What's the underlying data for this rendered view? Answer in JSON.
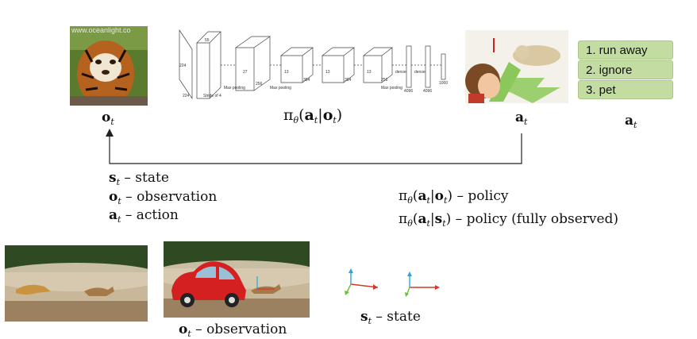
{
  "top": {
    "obs_label": {
      "sym": "o",
      "sub": "t"
    },
    "policy_label": "π",
    "policy_sub": "θ",
    "policy_args": {
      "a": "a",
      "a_sub": "t",
      "o": "o",
      "o_sub": "t"
    },
    "action_label": {
      "sym": "a",
      "sub": "t"
    },
    "list_label": {
      "sym": "a",
      "sub": "t"
    },
    "action_options": [
      "1. run away",
      "2. ignore",
      "3. pet"
    ],
    "cnn_text": [
      "224",
      "224",
      "55",
      "Stride of 4",
      "Max pooling",
      "27",
      "256",
      "Max pooling",
      "13",
      "384",
      "13",
      "384",
      "13",
      "256",
      "Max pooling",
      "dense",
      "dense",
      "4096",
      "4096",
      "1000"
    ]
  },
  "definitions": [
    {
      "sym": "s",
      "sub": "t",
      "text": "– state"
    },
    {
      "sym": "o",
      "sub": "t",
      "text": "– observation"
    },
    {
      "sym": "a",
      "sub": "t",
      "text": "– action"
    }
  ],
  "policies": [
    {
      "pi": "π",
      "theta": "θ",
      "a": "a",
      "a_sub": "t",
      "cond": "o",
      "cond_sub": "t",
      "text": "– policy"
    },
    {
      "pi": "π",
      "theta": "θ",
      "a": "a",
      "a_sub": "t",
      "cond": "s",
      "cond_sub": "t",
      "text": "– policy (fully observed)"
    }
  ],
  "bottom": {
    "obs": {
      "sym": "o",
      "sub": "t",
      "text": "– observation"
    },
    "state": {
      "sym": "s",
      "sub": "t",
      "text": "– state"
    }
  },
  "colors": {
    "tiger": "#b4621e",
    "grass": "#5a7a2e",
    "list_bg": "#c3dca2",
    "car": "#d42020",
    "axis_red": "#d23a2a",
    "axis_blue": "#2aa7d8",
    "axis_green": "#6bbf3a"
  },
  "watermark": "www.oceanlight.co"
}
